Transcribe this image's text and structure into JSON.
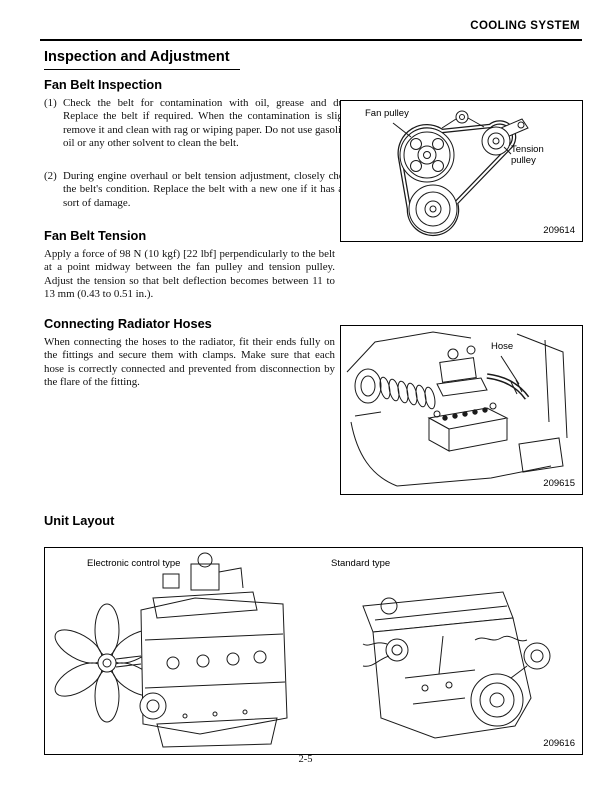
{
  "header": {
    "title": "COOLING SYSTEM"
  },
  "section": {
    "title": "Inspection and Adjustment"
  },
  "fan_belt_inspection": {
    "heading": "Fan Belt Inspection",
    "items": [
      {
        "marker": "(1)",
        "text": "Check the belt for contamination with oil, grease and dust.  Replace the belt if required.  When the contamination is slight, remove it and clean with rag or wiping paper.  Do not use gasoline, oil or any other solvent to clean the belt."
      },
      {
        "marker": "(2)",
        "text": "During engine overhaul or belt tension adjustment, closely check the belt's condition.  Replace the belt with a new one if it has any sort of damage."
      }
    ]
  },
  "figure_fan_belt": {
    "fan_pulley_label": "Fan pulley",
    "tension_pulley_label": "Tension pulley",
    "figure_number": "209614"
  },
  "fan_belt_tension": {
    "heading": "Fan Belt Tension",
    "body": "Apply a force of 98 N (10 kgf) [22 lbf] perpendicularly to the belt at a point midway between the fan pulley and tension pulley.  Adjust the tension so that belt deflection becomes between 11 to 13 mm (0.43 to 0.51 in.)."
  },
  "radiator_hoses": {
    "heading": "Connecting Radiator Hoses",
    "body": "When connecting the hoses to the radiator, fit their ends fully on the fittings and secure them with clamps.  Make sure that each hose is correctly connected and prevented from disconnection by the flare of the fitting."
  },
  "figure_hose": {
    "hose_label": "Hose",
    "figure_number": "209615"
  },
  "unit_layout": {
    "heading": "Unit Layout",
    "electronic_label": "Electronic control type",
    "standard_label": "Standard type",
    "figure_number": "209616"
  },
  "footer": {
    "page_number": "2-5"
  }
}
